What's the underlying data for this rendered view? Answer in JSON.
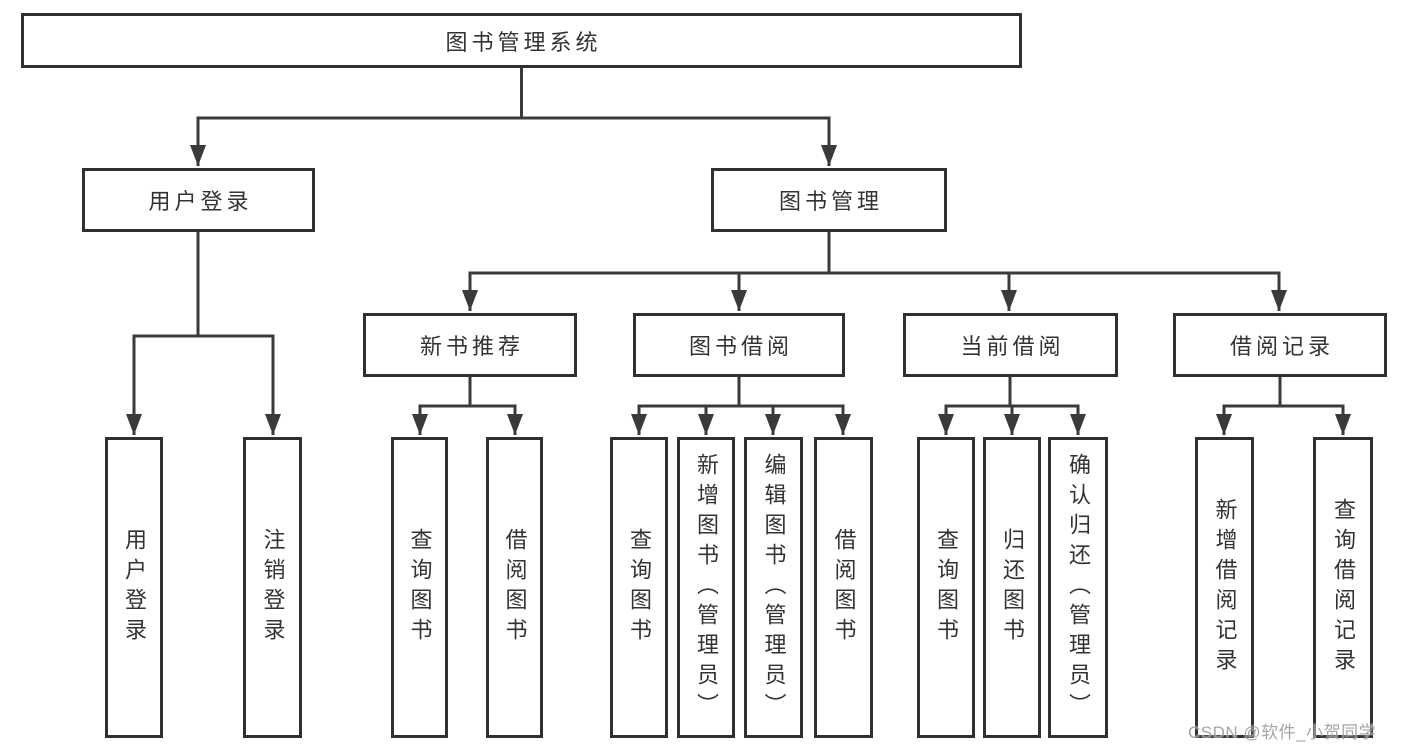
{
  "diagram": {
    "type": "tree",
    "colors": {
      "line": "#3a3a3a",
      "box_border": "#303030",
      "text": "#333333",
      "background": "#ffffff",
      "watermark": "#919191"
    },
    "tree": {
      "label": "图书管理系统",
      "children": [
        {
          "label": "用户登录",
          "children": [
            {
              "label": "用户登录"
            },
            {
              "label": "注销登录"
            }
          ]
        },
        {
          "label": "图书管理",
          "children": [
            {
              "label": "新书推荐",
              "children": [
                {
                  "label": "查询图书"
                },
                {
                  "label": "借阅图书"
                }
              ]
            },
            {
              "label": "图书借阅",
              "children": [
                {
                  "label": "查询图书"
                },
                {
                  "label": "新增图书（管理员）"
                },
                {
                  "label": "编辑图书（管理员）"
                },
                {
                  "label": "借阅图书"
                }
              ]
            },
            {
              "label": "当前借阅",
              "children": [
                {
                  "label": "查询图书"
                },
                {
                  "label": "归还图书"
                },
                {
                  "label": "确认归还（管理员）"
                }
              ]
            },
            {
              "label": "借阅记录",
              "children": [
                {
                  "label": "新增借阅记录"
                },
                {
                  "label": "查询借阅记录"
                }
              ]
            }
          ]
        }
      ]
    },
    "watermark": "CSDN @软件_小贺同学"
  }
}
